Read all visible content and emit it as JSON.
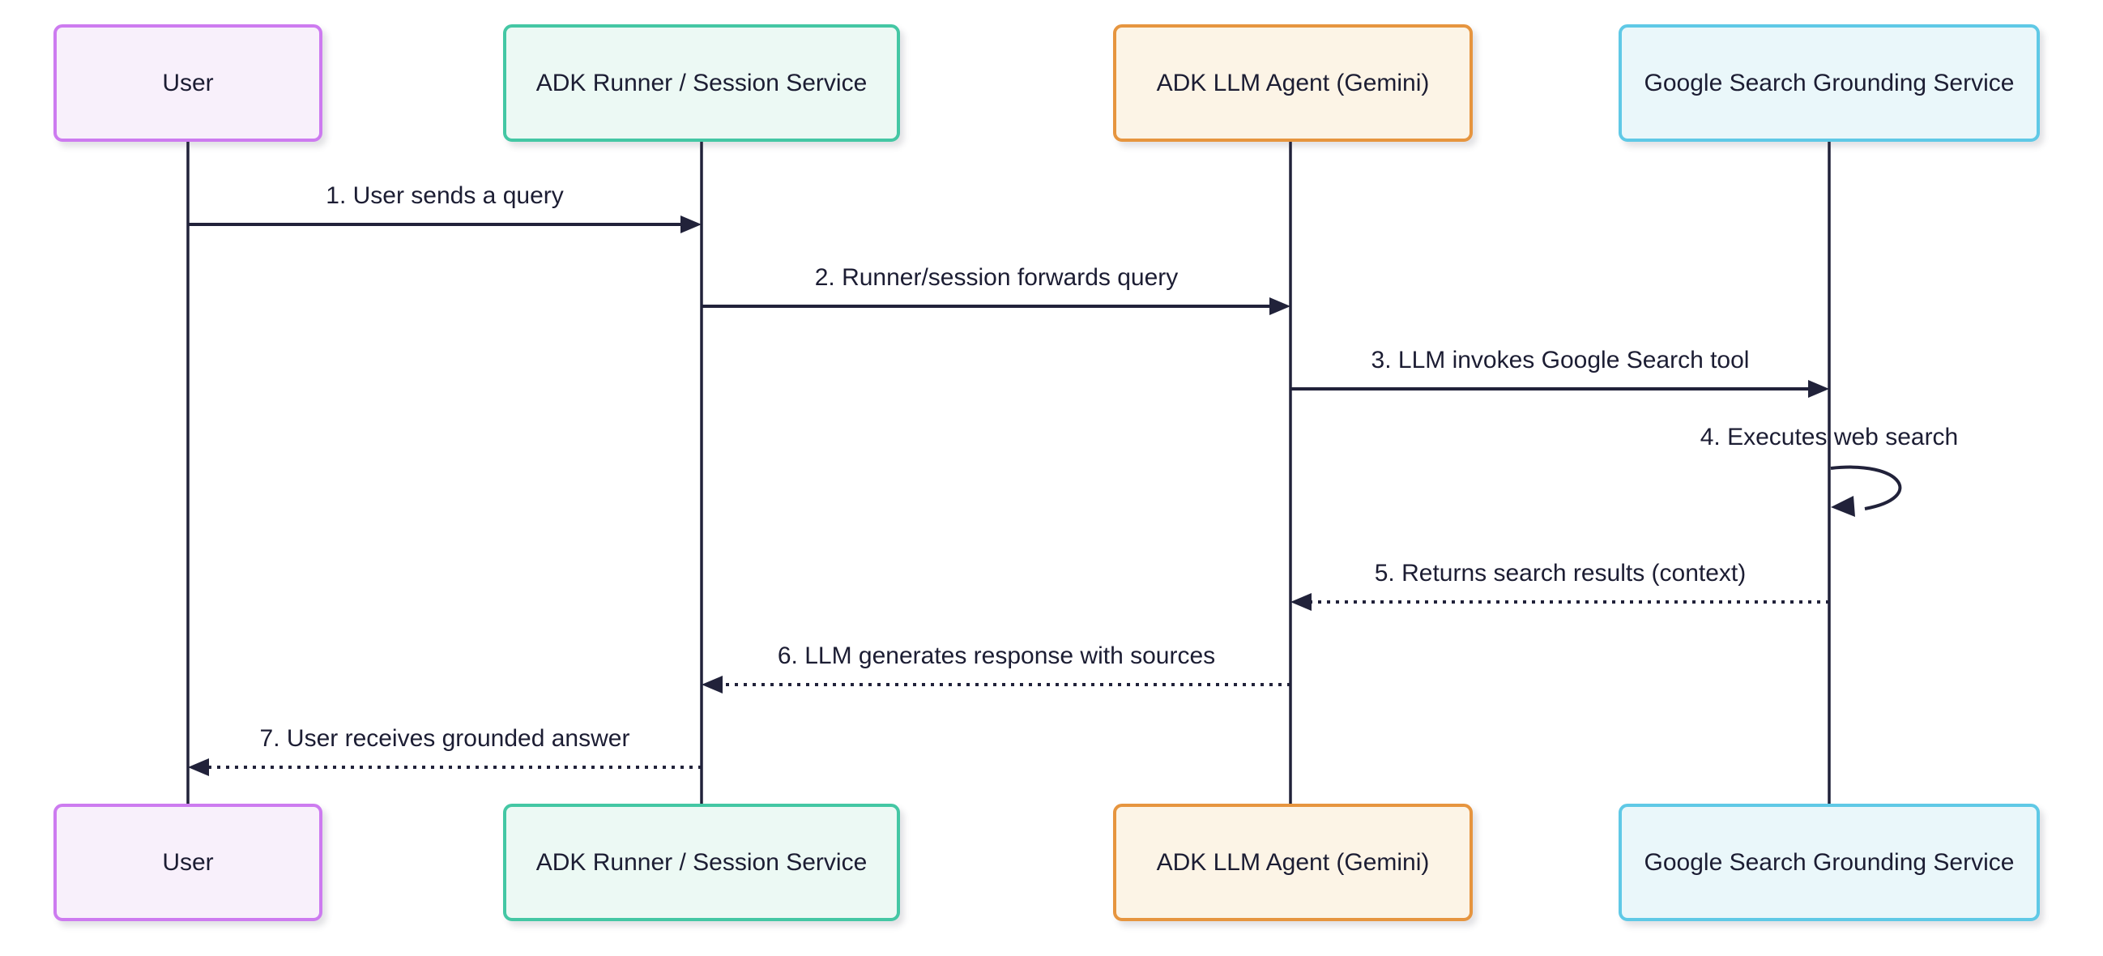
{
  "diagram": {
    "type": "sequence-diagram",
    "background_color": "#ffffff",
    "line_color": "#21223a",
    "text_color": "#1c1d33",
    "participants": [
      {
        "id": "user",
        "label": "User",
        "fill": "#f8f0fb",
        "border": "#cd7bf0"
      },
      {
        "id": "runner",
        "label": "ADK Runner / Session Service",
        "fill": "#ecf9f4",
        "border": "#44c7a4"
      },
      {
        "id": "llm-agent",
        "label": "ADK LLM Agent (Gemini)",
        "fill": "#fcf4e6",
        "border": "#e6953f"
      },
      {
        "id": "google-search",
        "label": "Google Search Grounding Service",
        "fill": "#eaf7fa",
        "border": "#5fc9e6"
      }
    ],
    "messages": [
      {
        "seq": 1,
        "label": "1. User sends a query",
        "from": "user",
        "to": "runner",
        "line": "solid"
      },
      {
        "seq": 2,
        "label": "2. Runner/session forwards query",
        "from": "runner",
        "to": "llm-agent",
        "line": "solid"
      },
      {
        "seq": 3,
        "label": "3. LLM invokes Google Search tool",
        "from": "llm-agent",
        "to": "google-search",
        "line": "solid"
      },
      {
        "seq": 4,
        "label": "4. Executes web search",
        "from": "google-search",
        "to": "google-search",
        "line": "solid-self-loop"
      },
      {
        "seq": 5,
        "label": "5. Returns search results (context)",
        "from": "google-search",
        "to": "llm-agent",
        "line": "dotted"
      },
      {
        "seq": 6,
        "label": "6. LLM generates response with sources",
        "from": "llm-agent",
        "to": "runner",
        "line": "dotted"
      },
      {
        "seq": 7,
        "label": "7. User receives grounded answer",
        "from": "runner",
        "to": "user",
        "line": "dotted"
      }
    ]
  }
}
